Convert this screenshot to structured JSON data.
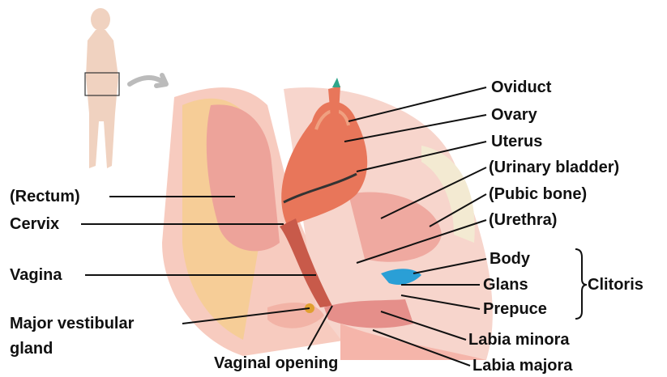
{
  "labels": {
    "oviduct": "Oviduct",
    "ovary": "Ovary",
    "uterus": "Uterus",
    "urinary_bladder": "(Urinary bladder)",
    "pubic_bone": "(Pubic bone)",
    "urethra": "(Urethra)",
    "body": "Body",
    "glans": "Glans",
    "prepuce": "Prepuce",
    "clitoris": "Clitoris",
    "labia_minora": "Labia minora",
    "labia_majora": "Labia majora",
    "vaginal_opening": "Vaginal opening",
    "major_vestibular_gland_line1": "Major vestibular",
    "major_vestibular_gland_line2": "gland",
    "vagina": "Vagina",
    "cervix": "Cervix",
    "rectum": "(Rectum)"
  },
  "colors": {
    "tissue_pink": "#f2b3a6",
    "uterus": "#e8765a",
    "fat_yellow": "#f5d070",
    "bone": "#f3ead2",
    "clitoris_blue": "#2a9fd6",
    "skin_silhouette": "#f0d2c0",
    "oviduct_tip": "#2fa58a"
  }
}
